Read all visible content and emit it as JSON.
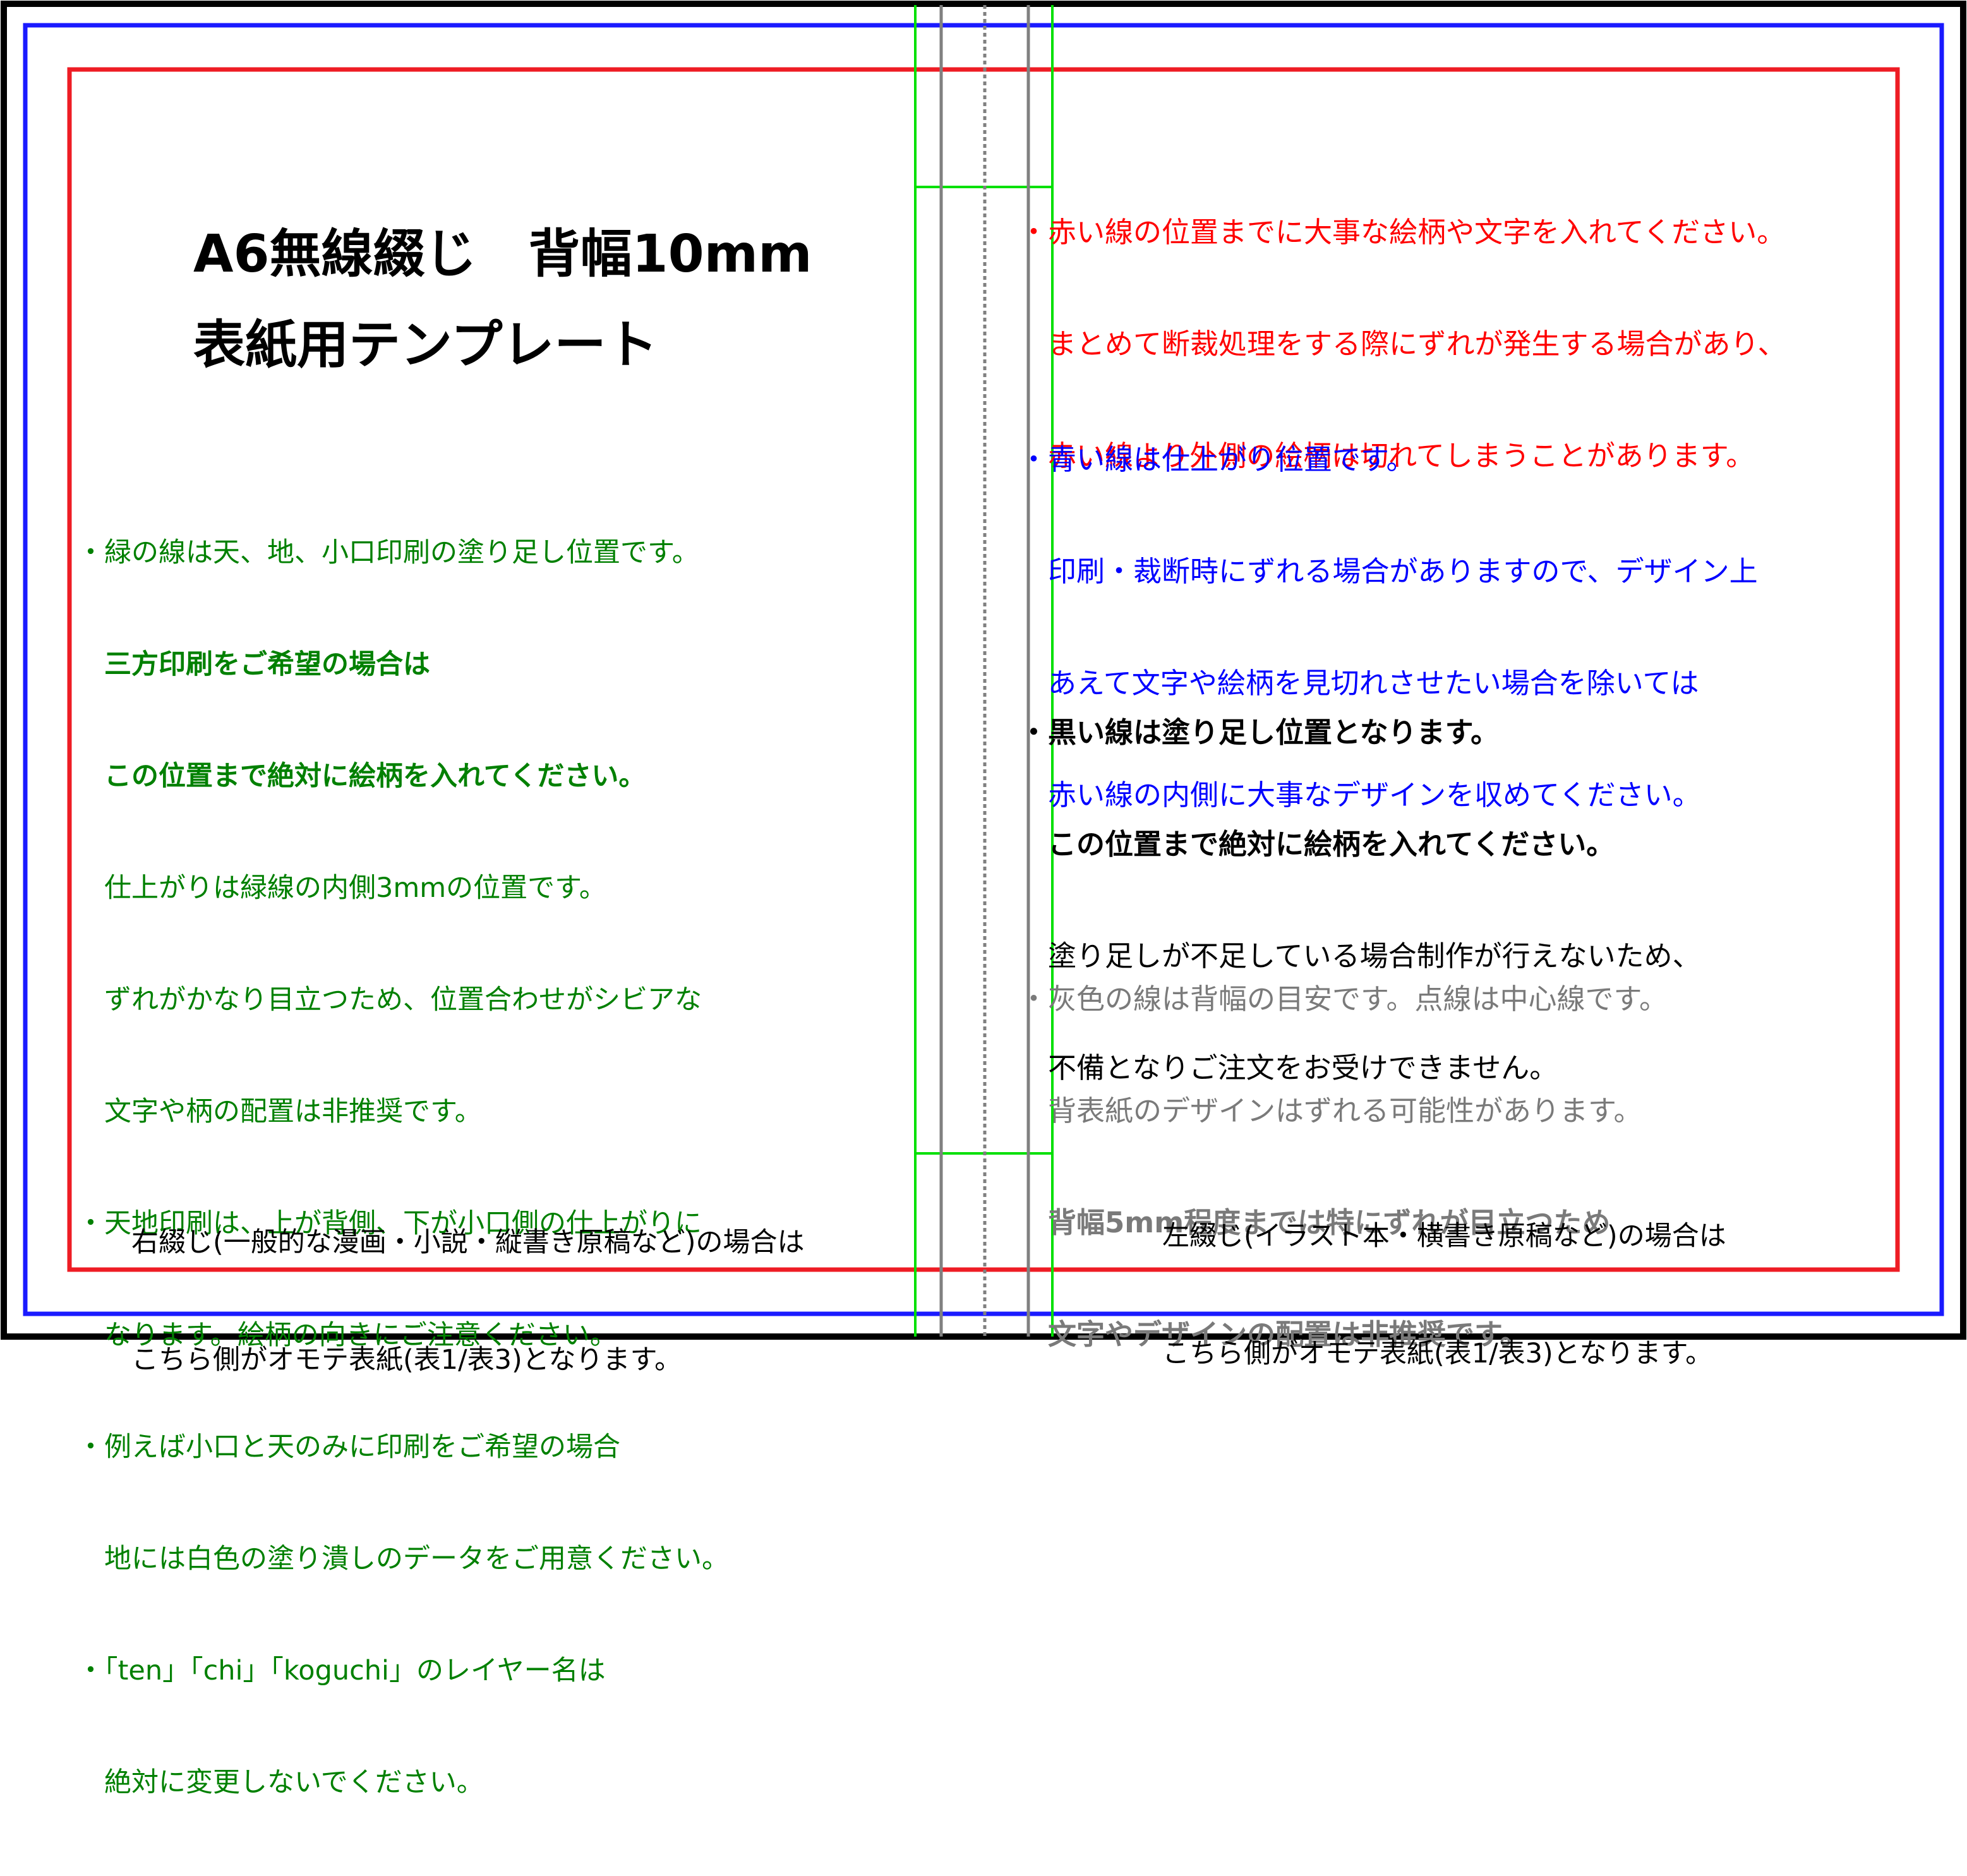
{
  "title": {
    "line1": "A6無線綴じ　背幅10mm",
    "line2": "表紙用テンプレート"
  },
  "colors": {
    "trim_blue": "#1a1aff",
    "safe_red": "#ee1c24",
    "bleed_green": "#00e000",
    "spine_gray": "#808080",
    "frame_black": "#000000"
  },
  "green_notes": {
    "l1": "・緑の線は天、地、小口印刷の塗り足し位置です。",
    "l2": "　三方印刷をご希望の場合は",
    "l3": "　この位置まで絶対に絵柄を入れてください。",
    "l4": "　仕上がりは緑線の内側3mmの位置です。",
    "l5": "　ずれがかなり目立つため、位置合わせがシビアな",
    "l6": "　文字や柄の配置は非推奨です。",
    "l7": "・天地印刷は、上が背側、下が小口側の仕上がりに",
    "l8": "　なります。絵柄の向きにご注意ください。",
    "l9": "・例えば小口と天のみに印刷をご希望の場合",
    "l10": "　地には白色の塗り潰しのデータをご用意ください。",
    "l11": "・「ten」「chi」「koguchi」のレイヤー名は",
    "l12": "　絶対に変更しないでください。"
  },
  "red_notes": {
    "l1": "・赤い線の位置までに大事な絵柄や文字を入れてください。",
    "l2": "　まとめて断裁処理をする際にずれが発生する場合があり、",
    "l3": "　赤い線より外側の絵柄は切れてしまうことがあります。"
  },
  "blue_notes": {
    "l1": "・青い線は仕上がり位置です。",
    "l2": "　印刷・裁断時にずれる場合がありますので、デザイン上",
    "l3": "　あえて文字や絵柄を見切れさせたい場合を除いては",
    "l4": "　赤い線の内側に大事なデザインを収めてください。"
  },
  "black_notes": {
    "l1": "・黒い線は塗り足し位置となります。",
    "l2": "　この位置まで絶対に絵柄を入れてください。",
    "l3": "　塗り足しが不足している場合制作が行えないため、",
    "l4": "　不備となりご注文をお受けできません。"
  },
  "gray_notes": {
    "l1": "・灰色の線は背幅の目安です。点線は中心線です。",
    "l2": "　背表紙のデザインはずれる可能性があります。",
    "l3": "　背幅5mm程度までは特にずれが目立つため",
    "l4": "　文字やデザインの配置は非推奨です。"
  },
  "left_cover_note": {
    "l1": "右綴じ(一般的な漫画・小説・縦書き原稿など)の場合は",
    "l2": "こちら側がオモテ表紙(表1/表3)となります。"
  },
  "right_cover_note": {
    "l1": "左綴じ(イラスト本・横書き原稿など)の場合は",
    "l2": "こちら側がオモテ表紙(表1/表3)となります。"
  }
}
